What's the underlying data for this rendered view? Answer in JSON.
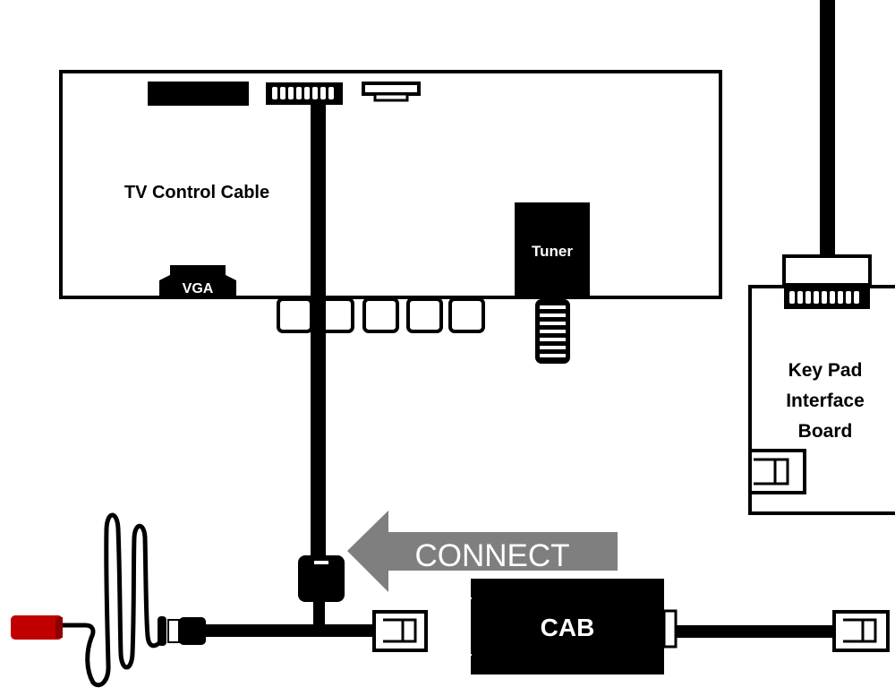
{
  "diagram": {
    "main_board_label": "TV Control Cable",
    "vga_label": "VGA",
    "tuner_label": "Tuner",
    "keypad_label_lines": [
      "Key Pad",
      "Interface",
      "Board"
    ],
    "connect_label": "CONNECT",
    "cab_label": "CAB"
  },
  "colors": {
    "ink": "#000000",
    "background": "#ffffff",
    "arrow": "#7f7f7f",
    "plug_red": "#c00000"
  }
}
